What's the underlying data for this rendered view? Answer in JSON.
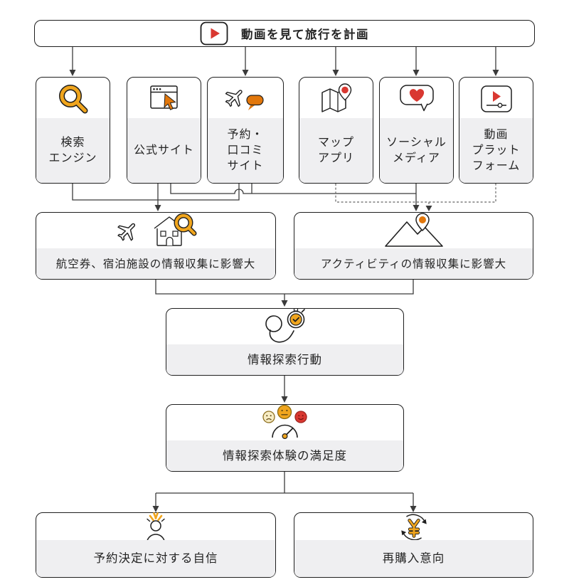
{
  "colors": {
    "ink": "#1f1f1f",
    "line": "#3b3b3b",
    "dline": "#666666",
    "panel": "#efeff1",
    "text": "#242424",
    "amber": "#F0A51D",
    "orange": "#E2770B",
    "red": "#D93831",
    "cream": "#F7ECC4"
  },
  "title": {
    "label": "動画を見て旅行を計画",
    "icon": "play-button-icon"
  },
  "sources": [
    {
      "label": "検索\nエンジン",
      "icon": "search-icon"
    },
    {
      "label": "公式サイト",
      "icon": "website-cursor-icon"
    },
    {
      "label": "予約・\n口コミ\nサイト",
      "icon": "plane-review-bubble-icon"
    },
    {
      "label": "マップ\nアプリ",
      "icon": "map-pin-icon"
    },
    {
      "label": "ソーシャル\nメディア",
      "icon": "heart-bubble-icon"
    },
    {
      "label": "動画\nプラット\nフォーム",
      "icon": "video-player-icon"
    }
  ],
  "influences": [
    {
      "label": "航空券、宿泊施設の情報収集に影響大",
      "icon": "flight-hotel-search-icon"
    },
    {
      "label": "アクティビティの情報収集に影響大",
      "icon": "mountain-pin-icon"
    }
  ],
  "process": [
    {
      "label": "情報探索行動",
      "icon": "effort-stopwatch-icon"
    },
    {
      "label": "情報探索体験の満足度",
      "icon": "satisfaction-gauge-icon"
    }
  ],
  "outcomes": [
    {
      "label": "予約決定に対する自信",
      "icon": "confident-person-icon"
    },
    {
      "label": "再購入意向",
      "icon": "repurchase-cycle-icon"
    }
  ],
  "edges": [
    {
      "from": "title",
      "to": "検索エンジン",
      "style": "solid"
    },
    {
      "from": "title",
      "to": "予約・口コミサイト",
      "style": "solid"
    },
    {
      "from": "title",
      "to": "マップアプリ",
      "style": "solid"
    },
    {
      "from": "title",
      "to": "ソーシャルメディア",
      "style": "solid"
    },
    {
      "from": "title",
      "to": "動画プラットフォーム",
      "style": "solid"
    },
    {
      "from": "検索エンジン",
      "to": "航空券、宿泊施設の情報収集に影響大",
      "style": "solid"
    },
    {
      "from": "公式サイト",
      "to": "航空券、宿泊施設の情報収集に影響大",
      "style": "solid"
    },
    {
      "from": "予約・口コミサイト",
      "to": "航空券、宿泊施設の情報収集に影響大",
      "style": "solid"
    },
    {
      "from": "公式サイト",
      "to": "アクティビティの情報収集に影響大",
      "style": "solid"
    },
    {
      "from": "予約・口コミサイト",
      "to": "アクティビティの情報収集に影響大",
      "style": "solid"
    },
    {
      "from": "ソーシャルメディア",
      "to": "アクティビティの情報収集に影響大",
      "style": "solid"
    },
    {
      "from": "マップアプリ",
      "to": "アクティビティの情報収集に影響大",
      "style": "dashed"
    },
    {
      "from": "動画プラットフォーム",
      "to": "アクティビティの情報収集に影響大",
      "style": "dashed"
    },
    {
      "from": "航空券、宿泊施設の情報収集に影響大",
      "to": "情報探索行動",
      "style": "solid"
    },
    {
      "from": "アクティビティの情報収集に影響大",
      "to": "情報探索行動",
      "style": "solid"
    },
    {
      "from": "情報探索行動",
      "to": "情報探索体験の満足度",
      "style": "solid"
    },
    {
      "from": "情報探索体験の満足度",
      "to": "予約決定に対する自信",
      "style": "solid"
    },
    {
      "from": "情報探索体験の満足度",
      "to": "再購入意向",
      "style": "solid"
    }
  ]
}
